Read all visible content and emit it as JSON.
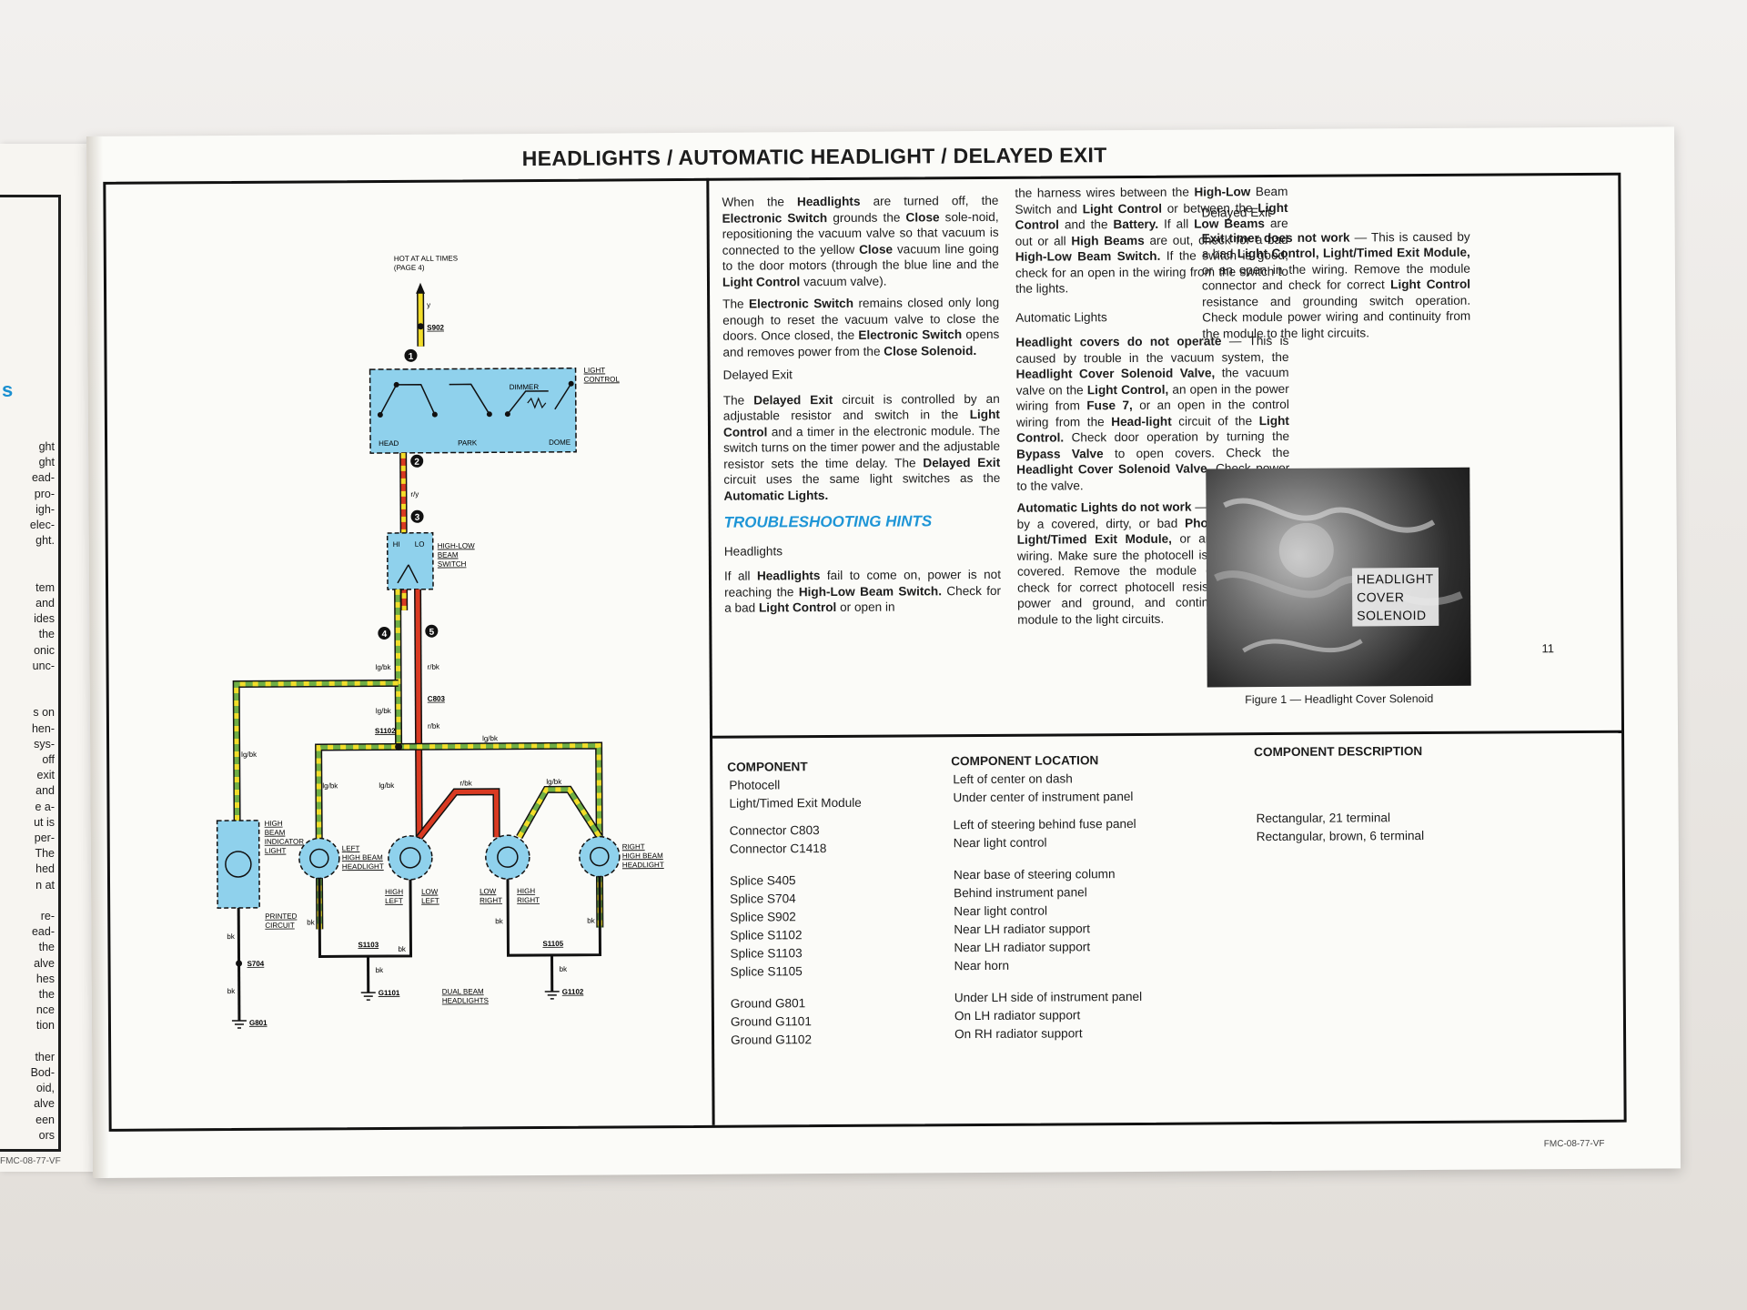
{
  "page": {
    "title": "HEADLIGHTS / AUTOMATIC HEADLIGHT / DELAYED EXIT",
    "page_number": "11",
    "footer_code": "FMC-08-77-VF",
    "left_page_footer": "FMC-08-77-VF"
  },
  "left_page": {
    "blue_fragment": "s",
    "fragments": [
      "ght",
      "ght",
      "ead-",
      "pro-",
      "igh-",
      "elec-",
      "ght.",
      "",
      "",
      "tem",
      "and",
      "ides",
      "the",
      "onic",
      "unc-",
      "",
      "",
      "s on",
      "hen-",
      "sys-",
      "off",
      "exit",
      "and",
      "e a-",
      "ut is",
      "per-",
      "The",
      "hed",
      "n at",
      "",
      "re-",
      "ead-",
      "the",
      "alve",
      "hes",
      "the",
      "nce",
      "tion",
      "",
      "ther",
      "Bod-",
      "oid,",
      "alve",
      "een",
      "ors"
    ]
  },
  "diagram": {
    "hot_label": "HOT AT ALL TIMES",
    "hot_page": "(PAGE 4)",
    "wire_y": "y",
    "splice_s902": "S902",
    "light_control_label": "LIGHT CONTROL",
    "dimmer": "DIMMER",
    "head": "HEAD",
    "park": "PARK",
    "dome": "DOME",
    "wire_ry": "r/y",
    "switch_label": "HIGH-LOW BEAM SWITCH",
    "hi": "HI",
    "lo": "LO",
    "wire_lgbk": "lg/bk",
    "wire_rbk": "r/bk",
    "connector_c803": "C803",
    "splice_s1102": "S1102",
    "indicator_label": "HIGH BEAM INDICATOR LIGHT",
    "printed_circuit": "PRINTED CIRCUIT",
    "left_high_beam": "LEFT HIGH BEAM HEADLIGHT",
    "right_high_beam": "RIGHT HIGH BEAM HEADLIGHT",
    "high_left": "HIGH LEFT",
    "low_left": "LOW LEFT",
    "low_right": "LOW RIGHT",
    "high_right": "HIGH RIGHT",
    "wire_bk": "bk",
    "splice_s704": "S704",
    "splice_s1103": "S1103",
    "splice_s1105": "S1105",
    "ground_g801": "G801",
    "ground_g1101": "G1101",
    "ground_g1102": "G1102",
    "dual_beam": "DUAL BEAM HEADLIGHTS",
    "callouts": [
      "1",
      "2",
      "3",
      "4",
      "5"
    ]
  },
  "col1": {
    "p1": "When the <b>Headlights</b> are turned off, the <b>Electronic Switch</b> grounds the <b>Close</b> sole-noid, repositioning the vacuum valve so that vacuum is connected to the yellow <b>Close</b> vacuum line going to the door motors (through the blue line and the <b>Light Control</b> vacuum valve).",
    "p2": "The <b>Electronic Switch</b> remains closed only long enough to reset the vacuum valve to close the doors. Once closed, the <b>Electronic Switch</b> opens and removes power from the <b>Close Solenoid.</b>",
    "h_delayed": "Delayed Exit",
    "p3": "The <b>Delayed Exit</b> circuit is controlled by an adjustable resistor and switch in the <b>Light Control</b> and a timer in the electronic module. The switch turns on the timer power and the adjustable resistor sets the time delay. The <b>Delayed Exit</b> circuit uses the same light switches as the <b>Automatic Lights.</b>",
    "troubleshooting": "TROUBLESHOOTING HINTS",
    "h_headlights": "Headlights",
    "p4": "If all <b>Headlights</b> fail to come on, power is not reaching the <b>High-Low Beam Switch.</b> Check for a bad <b>Light Control</b> or open in"
  },
  "col2": {
    "p1": "the harness wires between the <b>High-Low</b> Beam Switch and <b>Light Control</b> or between the <b>Light Control</b> and the <b>Battery.</b> If all <b>Low Beams</b> are out or all <b>High Beams</b> are out, check for a bad <b>High-Low Beam Switch.</b> If the switch is good, check for an open in the wiring from the switch to the lights.",
    "h_auto": "Automatic Lights",
    "p2": "<b>Headlight covers do not operate</b> — This is caused by trouble in the vacuum system, the <b>Headlight Cover Solenoid Valve,</b> the vacuum valve on the <b>Light Control,</b> an open in the power wiring from <b>Fuse 7,</b> or an open in the control wiring from the <b>Head-light</b> circuit of the <b>Light Control.</b> Check door operation by turning the <b>Bypass Valve</b> to open covers. Check the <b>Headlight Cover Solenoid Valve.</b> Check power to the valve.",
    "p3": "<b>Automatic Lights do not work</b> — This is caused by a covered, dirty, or bad <b>Photo-cell,</b> a bad <b>Light/Timed Exit Module,</b> or an open in the wiring. Make sure the photocell is clean and not covered. Remove the module connector and check for correct photocell resistance, module power and ground, and continuity from the module to the light circuits."
  },
  "col3": {
    "h_delayed": "Delayed Exit",
    "p1": "<b>Exit timer does not work</b> — This is caused by a bad <b>Light Control, Light/Timed Exit Module,</b> or an open in the wiring. Remove the module connector and check for correct <b>Light Control</b> resistance and grounding switch operation. Check module power wiring and continuity from the module to the light circuits.",
    "photo_label_1": "HEADLIGHT",
    "photo_label_2": "COVER",
    "photo_label_3": "SOLENOID",
    "caption": "Figure 1 — Headlight Cover Solenoid"
  },
  "table": {
    "headers": [
      "COMPONENT",
      "COMPONENT LOCATION",
      "COMPONENT DESCRIPTION"
    ],
    "rows": [
      {
        "component": "Photocell",
        "location": "Left of center on dash",
        "description": ""
      },
      {
        "component": "Light/Timed Exit Module",
        "location": "Under center of instrument panel",
        "description": ""
      },
      {
        "component": "Connector C803",
        "location": "Left of steering behind fuse panel",
        "description": "Rectangular, 21 terminal"
      },
      {
        "component": "Connector C1418",
        "location": "Near light control",
        "description": "Rectangular, brown, 6 terminal"
      },
      {
        "component": "Splice S405",
        "location": "Near base of steering column",
        "description": ""
      },
      {
        "component": "Splice S704",
        "location": "Behind instrument panel",
        "description": ""
      },
      {
        "component": "Splice S902",
        "location": "Near light control",
        "description": ""
      },
      {
        "component": "Splice S1102",
        "location": "Near LH radiator support",
        "description": ""
      },
      {
        "component": "Splice S1103",
        "location": "Near LH radiator support",
        "description": ""
      },
      {
        "component": "Splice S1105",
        "location": "Near horn",
        "description": ""
      },
      {
        "component": "Ground G801",
        "location": "Under LH side of instrument panel",
        "description": ""
      },
      {
        "component": "Ground G1101",
        "location": "On LH radiator support",
        "description": ""
      },
      {
        "component": "Ground G1102",
        "location": "On RH radiator support",
        "description": ""
      }
    ]
  },
  "colors": {
    "accent_blue": "#1e95d6",
    "component_blue": "#8fd1ec",
    "wire_yellow": "#f2dd2a",
    "wire_red": "#d93a22",
    "wire_green": "#6fae45"
  }
}
